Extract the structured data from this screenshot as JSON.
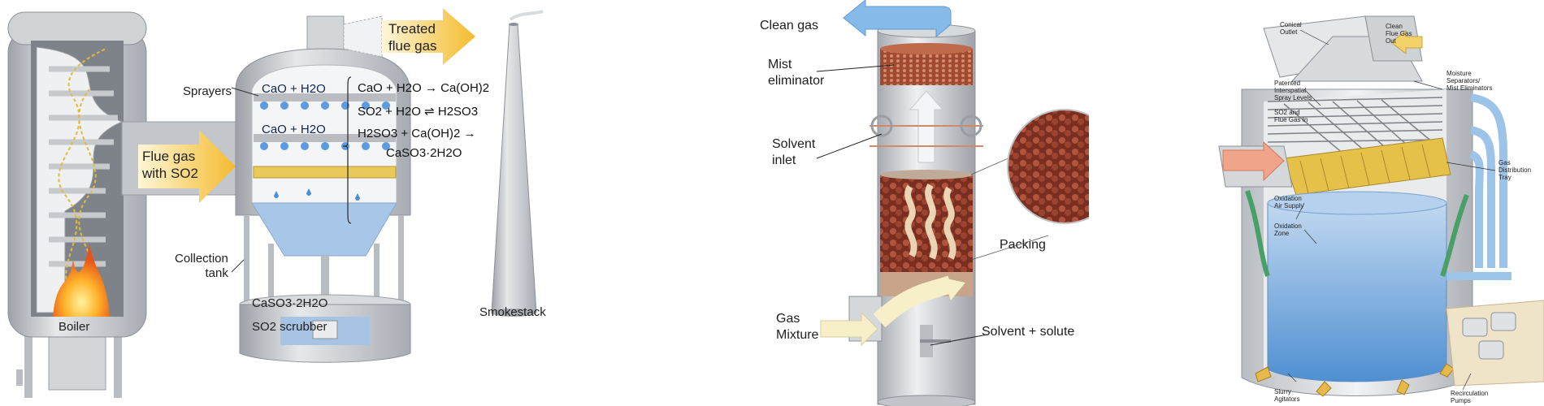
{
  "scrubber_diagram": {
    "labels": {
      "boiler": "Boiler",
      "sprayers": "Sprayers",
      "collection_tank": "Collection\ntank",
      "product": "CaSO3·2H2O",
      "scrubber": "SO2 scrubber",
      "smokestack": "Smokestack",
      "flue_gas_in": "Flue gas\nwith SO2",
      "treated_gas": "Treated\nflue gas",
      "spray_label_1": "CaO + H2O",
      "spray_label_2": "CaO + H2O"
    },
    "equations": [
      "CaO + H2O → Ca(OH)2",
      "SO2 + H2O ⇌ H2SO3",
      "H2SO3 + Ca(OH)2 →"
    ],
    "equation_continuation": "CaSO3·2H2O"
  },
  "packed_column": {
    "labels": {
      "clean_gas": "Clean gas",
      "mist_eliminator": "Mist\neliminator",
      "solvent_inlet": "Solvent\ninlet",
      "packing": "Packing",
      "gas_mixture": "Gas\nMixture",
      "solvent_solute": "Solvent + solute"
    }
  },
  "spray_tower": {
    "labels": {
      "conical_outlet": "Conical\nOutlet",
      "clean_flue_gas_out": "Clean\nFlue Gas\nOut",
      "moisture_separators": "Moisture\nSeparators/\nMist Eliminators",
      "spray_levels": "Patented\nInterspatial\nSpray Levels",
      "so2_flue_gas_in": "SO2 and\nFlue Gas In",
      "gas_distribution_tray": "Gas\nDistribution\nTray",
      "oxidation_air_supply": "Oxidation\nAir Supply",
      "oxidation_zone": "Oxidation\nZone",
      "slurry_agitators": "Slurry\nAgitators",
      "recirculation_pumps": "Recirculation\nPumps"
    }
  },
  "colors": {
    "steel": "#c9ccd0",
    "steel_dark": "#8c9096",
    "arrow_yellow": "#f6c443",
    "water_blue": "#a9c8e8",
    "fire_orange": "#f08a1c",
    "packing_brown": "#8b3a2a",
    "clean_gas_blue": "#7fb3e6",
    "slurry_blue": "#6fa6da",
    "tray_yellow": "#e8c34a",
    "pipe_green": "#4aa36a"
  }
}
